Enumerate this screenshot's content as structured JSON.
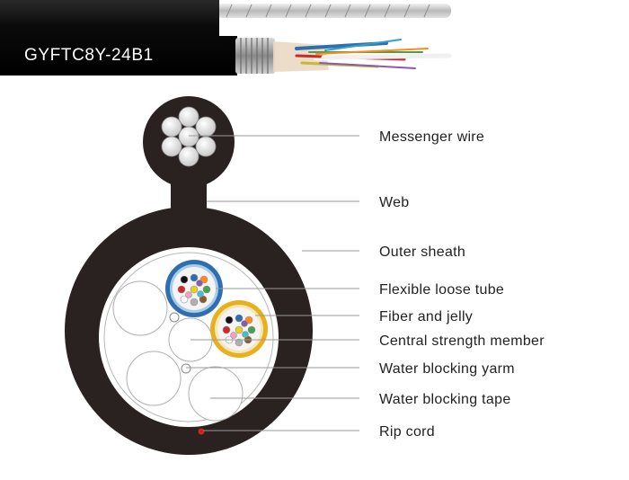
{
  "cable_photo": {
    "model_label": "GYFTC8Y-24B1"
  },
  "labels": [
    "Messenger wire",
    "Web",
    "Outer sheath",
    "Flexible loose tube",
    "Fiber and jelly",
    "Central strength member",
    "Water blocking yarm",
    "Water blocking tape",
    "Rip cord"
  ],
  "colors": {
    "sheath": "#2a2220",
    "tube_blue": "#2f6fb0",
    "tube_yellow": "#e6b020",
    "rip_cord": "#d42020",
    "label_text": "#222222"
  }
}
